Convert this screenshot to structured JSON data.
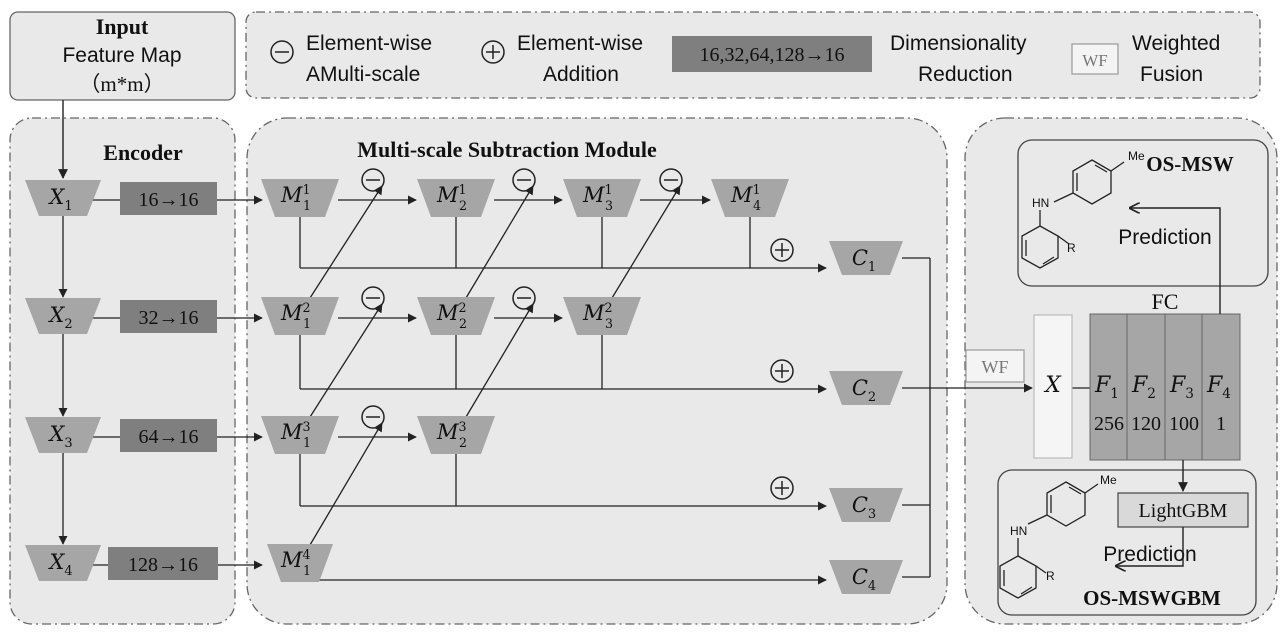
{
  "input": {
    "title": "Input",
    "line1": "Feature Map",
    "line2": "（m*m）"
  },
  "legend": {
    "subtract_label_1": "Element-wise",
    "subtract_label_2": "AMulti-scale",
    "add_label_1": "Element-wise",
    "add_label_2": "Addition",
    "reduction_box": "16,32,64,128→16",
    "reduction_label_1": "Dimensionality",
    "reduction_label_2": "Reduction",
    "wf_box": "WF",
    "wf_label_1": "Weighted",
    "wf_label_2": "Fusion"
  },
  "encoder": {
    "title": "Encoder",
    "nodes": [
      {
        "base": "X",
        "sub": "1"
      },
      {
        "base": "X",
        "sub": "2"
      },
      {
        "base": "X",
        "sub": "3"
      },
      {
        "base": "X",
        "sub": "4"
      }
    ],
    "reductions": [
      "16→16",
      "32→16",
      "64→16",
      "128→16"
    ]
  },
  "msm": {
    "title": "Multi-scale Subtraction Module",
    "rows": [
      [
        {
          "base": "M",
          "sub": "1",
          "sup": "1"
        },
        {
          "base": "M",
          "sub": "2",
          "sup": "1"
        },
        {
          "base": "M",
          "sub": "3",
          "sup": "1"
        },
        {
          "base": "M",
          "sub": "4",
          "sup": "1"
        }
      ],
      [
        {
          "base": "M",
          "sub": "1",
          "sup": "2"
        },
        {
          "base": "M",
          "sub": "2",
          "sup": "2"
        },
        {
          "base": "M",
          "sub": "3",
          "sup": "2"
        }
      ],
      [
        {
          "base": "M",
          "sub": "1",
          "sup": "3"
        },
        {
          "base": "M",
          "sub": "2",
          "sup": "3"
        }
      ],
      [
        {
          "base": "M",
          "sub": "1",
          "sup": "4"
        }
      ]
    ],
    "outputs": [
      {
        "base": "C",
        "sub": "1"
      },
      {
        "base": "C",
        "sub": "2"
      },
      {
        "base": "C",
        "sub": "3"
      },
      {
        "base": "C",
        "sub": "4"
      }
    ]
  },
  "head": {
    "wf": "WF",
    "x": "X",
    "fc_title": "FC",
    "layers": [
      {
        "base": "F",
        "sub": "1",
        "size": "256"
      },
      {
        "base": "F",
        "sub": "2",
        "size": "120"
      },
      {
        "base": "F",
        "sub": "3",
        "size": "100"
      },
      {
        "base": "F",
        "sub": "4",
        "size": "1"
      }
    ],
    "lightgbm": "LightGBM",
    "prediction_top": "Prediction",
    "prediction_bottom": "Prediction",
    "model_top": "OS-MSW",
    "model_bottom": "OS-MSWGBM",
    "mol_me": "Me",
    "mol_hn": "HN",
    "mol_r": "R"
  },
  "colors": {
    "panel_fill": "#e9e9e9",
    "node_fill": "#a6a6a6",
    "reduction_fill": "#7f7f7f",
    "line": "#222222"
  }
}
